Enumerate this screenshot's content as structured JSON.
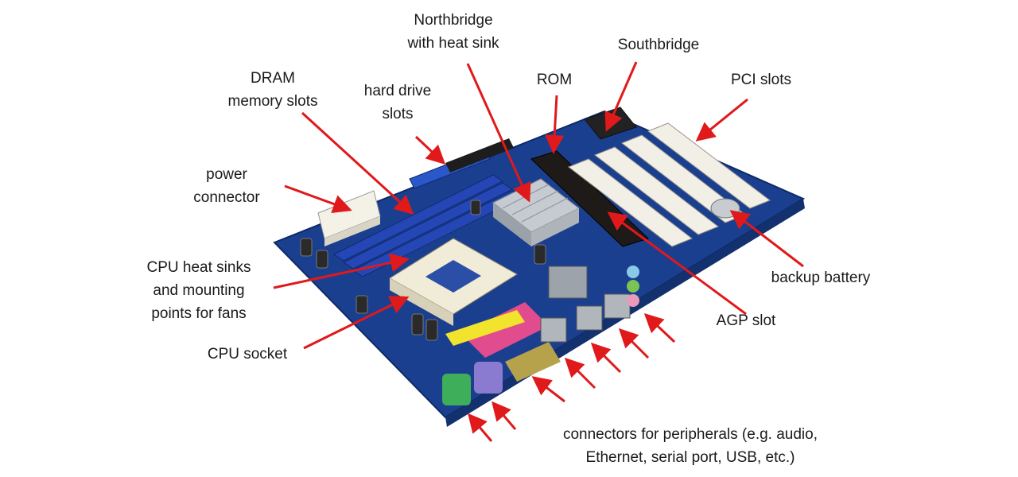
{
  "colors": {
    "arrow": "#e0191b",
    "board": "#1b3f8f",
    "board_dark": "#13306f",
    "slot_white": "#f2efe6",
    "heatsink": "#b9bec4",
    "ram_slot": "#2547b5",
    "text": "#1a1a1a"
  },
  "labels": {
    "northbridge": {
      "line1": "Northbridge",
      "line2": "with heat sink"
    },
    "southbridge": {
      "line1": "Southbridge"
    },
    "rom": {
      "line1": "ROM"
    },
    "pci": {
      "line1": "PCI slots"
    },
    "dram": {
      "line1": "DRAM",
      "line2": "memory slots"
    },
    "hdd": {
      "line1": "hard drive",
      "line2": "slots"
    },
    "power": {
      "line1": "power",
      "line2": "connector"
    },
    "cpu_heat": {
      "line1": "CPU heat sinks",
      "line2": "and mounting",
      "line3": "points for fans"
    },
    "cpu_socket": {
      "line1": "CPU socket"
    },
    "agp": {
      "line1": "AGP slot"
    },
    "battery": {
      "line1": "backup battery"
    },
    "connectors": {
      "line1": "connectors for peripherals (e.g. audio,",
      "line2": "Ethernet, serial port, USB, etc.)"
    }
  }
}
